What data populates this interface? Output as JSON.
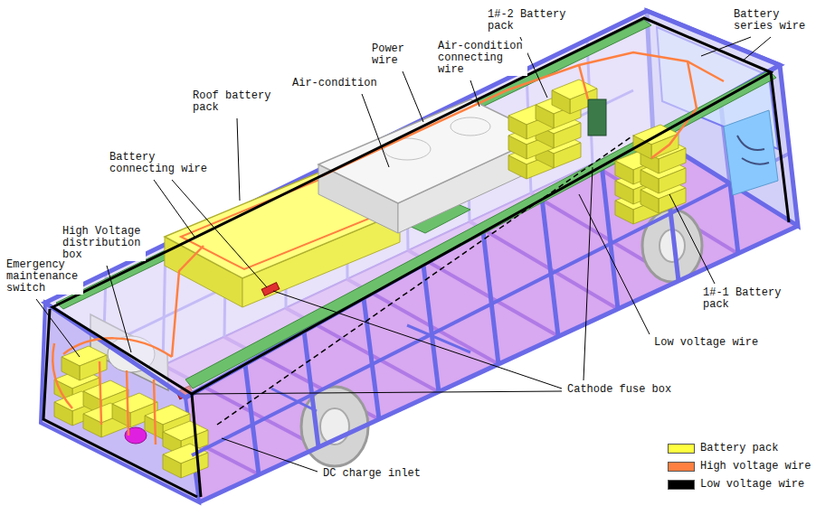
{
  "diagram": {
    "labels": [
      "1#-2 Battery pack",
      "Battery series wire",
      "Power wire",
      "Air-condition connecting wire",
      "Roof battery pack",
      "Air-condition",
      "Battery connecting wire",
      "High Voltage distribution box",
      "Emergency maintenance switch",
      "1#-1 Battery pack",
      "Low voltage wire",
      "Cathode fuse box",
      "DC charge inlet"
    ],
    "legend": [
      {
        "text": "Battery pack",
        "color": "#ffff40"
      },
      {
        "text": "High voltage wire",
        "color": "#ff8040"
      },
      {
        "text": "Low voltage wire",
        "color": "#000000"
      }
    ]
  }
}
